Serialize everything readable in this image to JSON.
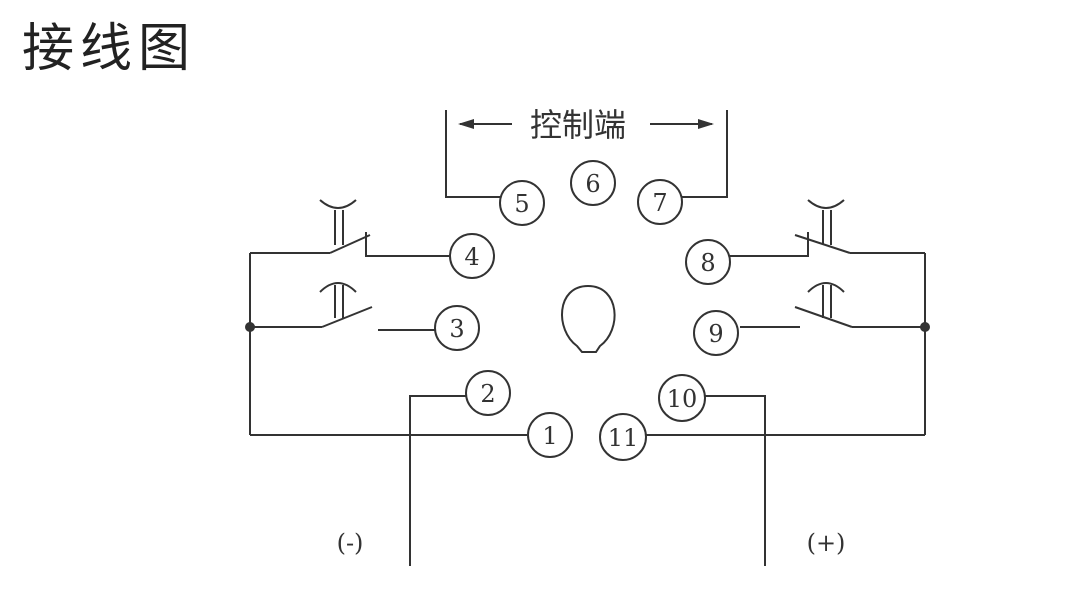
{
  "title": "接线图",
  "control_label": "控制端",
  "polarity": {
    "negative": "(-)",
    "positive": "(+)"
  },
  "pins": [
    "1",
    "2",
    "3",
    "4",
    "5",
    "6",
    "7",
    "8",
    "9",
    "10",
    "11"
  ]
}
